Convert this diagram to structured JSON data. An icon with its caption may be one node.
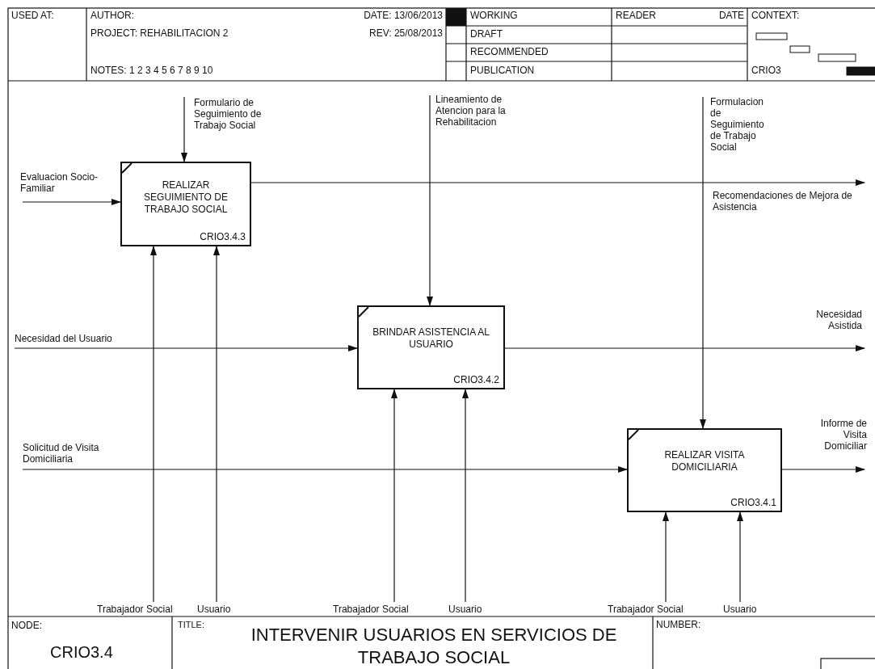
{
  "diagram": {
    "title": "INTERVENIR USUARIOS EN SERVICIOS DE TRABAJO SOCIAL",
    "nodes": [
      {
        "text": [
          "REALIZAR SEGUIMIENTO DE TRABAJO SOCIAL",
          "CRIO3.4.3"
        ]
      },
      {
        "text": [
          "BRINDAR ASISTENCIA AL USUARIO",
          "CRIO3.4.2"
        ]
      },
      {
        "text": [
          "REALIZAR VISITA DOMICILIARIA",
          "CRIO3.4.1"
        ]
      }
    ],
    "edges": [
      {
        "from": null,
        "to": 0,
        "arrow": "to",
        "label": "Formulario de Seguimiento de Trabajo Social"
      },
      {
        "from": null,
        "to": 1,
        "arrow": "to",
        "label": "Lineamiento de Atencion para la Rehabilitacion"
      },
      {
        "from": null,
        "to": 2,
        "arrow": "to",
        "label": "Formulacion de Seguimiento de Trabajo Social"
      },
      {
        "from": null,
        "to": 0,
        "arrow": "to",
        "label": "Evaluacion Socio-Familiar"
      },
      {
        "from": null,
        "to": 1,
        "arrow": "to",
        "label": "Necesidad del Usuario"
      },
      {
        "from": null,
        "to": 2,
        "arrow": "to",
        "label": "Solicitud de Visita Domiciliaria"
      },
      {
        "from": 0,
        "to": null,
        "arrow": "to",
        "label": "Recomendaciones de Mejora de Asistencia"
      },
      {
        "from": 1,
        "to": null,
        "arrow": "to",
        "label": "Necesidad Asistida"
      },
      {
        "from": 2,
        "to": null,
        "arrow": "to",
        "label": "Informe de Visita Domiciliar"
      },
      {
        "from": null,
        "to": 0,
        "arrow": "to",
        "label": "Trabajador Social"
      },
      {
        "from": null,
        "to": 0,
        "arrow": "to",
        "label": "Usuario"
      },
      {
        "from": null,
        "to": 1,
        "arrow": "to",
        "label": "Trabajador Social"
      },
      {
        "from": null,
        "to": 1,
        "arrow": "to",
        "label": "Usuario"
      },
      {
        "from": null,
        "to": 2,
        "arrow": "to",
        "label": "Trabajador Social"
      },
      {
        "from": null,
        "to": 2,
        "arrow": "to",
        "label": "Usuario"
      }
    ],
    "labels": [
      "USED AT:",
      "AUTHOR:",
      "DATE: 13/06/2013",
      "WORKING",
      "READER",
      "DATE",
      "CONTEXT:",
      "PROJECT: REHABILITACION 2",
      "REV: 25/08/2013",
      "DRAFT",
      "RECOMMENDED",
      "NOTES: 1 2 3 4 5 6 7 8 9 10",
      "PUBLICATION",
      "CRIO3",
      "NODE:",
      "CRIO3.4",
      "TITLE:",
      "NUMBER:"
    ]
  }
}
